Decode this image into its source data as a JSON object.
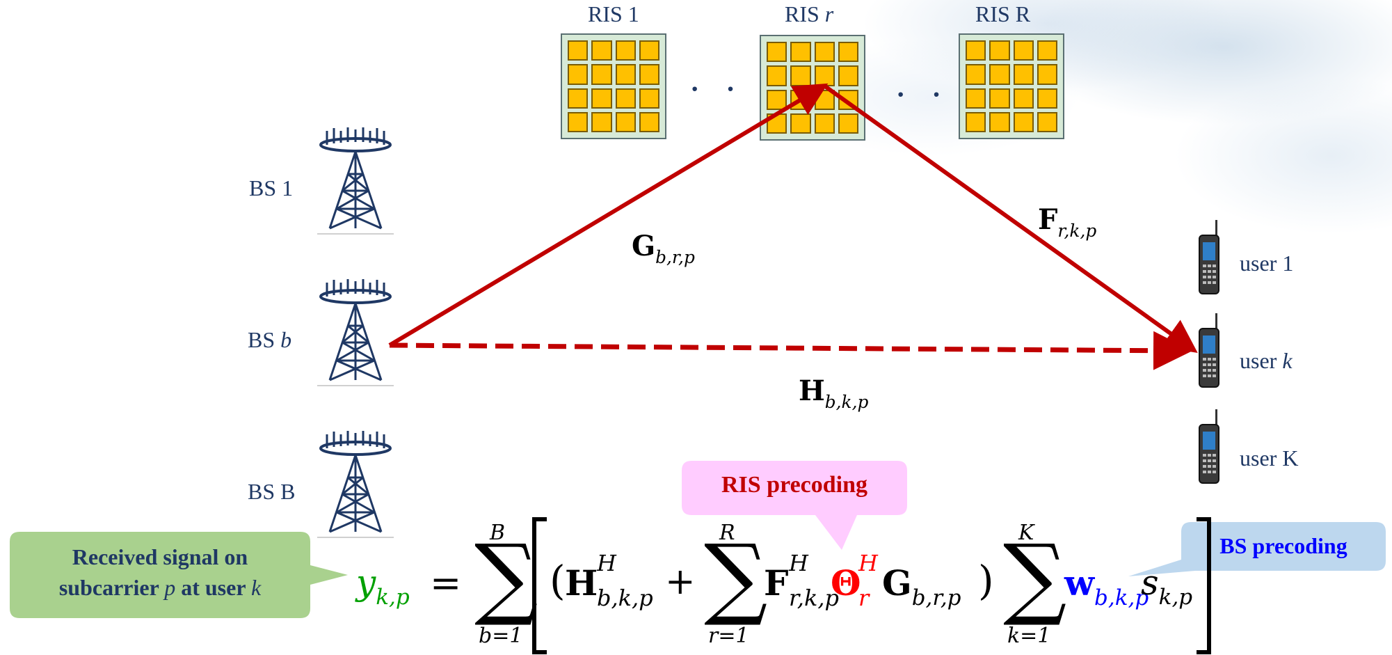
{
  "ris_labels": [
    "RIS 1",
    "RIS ",
    "r",
    "RIS R"
  ],
  "ellipsis": "· ·",
  "bs_labels": {
    "bs1": "BS 1",
    "bsb_prefix": "BS ",
    "bsb_var": "b",
    "bsB": "BS B"
  },
  "user_labels": {
    "u1": "user 1",
    "uk_prefix": "user ",
    "uk_var": "k",
    "uK": "user K"
  },
  "channels": {
    "G": {
      "base": "G",
      "sub": "b,r,p"
    },
    "F": {
      "base": "F",
      "sub": "r,k,p"
    },
    "H": {
      "base": "H",
      "sub": "b,k,p"
    }
  },
  "equation": {
    "y": "y",
    "y_sub": "k,p",
    "eq": "=",
    "sum1_top": "B",
    "sum1_bot": "b=1",
    "sum2_top": "R",
    "sum2_bot": "r=1",
    "sum3_top": "K",
    "sum3_bot": "k=1",
    "H_base": "H",
    "H_sup": "H",
    "H_sub": "b,k,p",
    "plus": "+",
    "F_base": "F",
    "F_sup": "H",
    "F_sub": "r,k,p",
    "Theta_base": "Θ",
    "Theta_sup": "H",
    "Theta_sub": "r",
    "G_base": "G",
    "G_sub": "b,r,p",
    "w_base": "w",
    "w_sub": "b,k,p",
    "s_base": "s",
    "s_sub": "k,p"
  },
  "callouts": {
    "received_line1": "Received signal on",
    "received_line2_a": "subcarrier ",
    "received_line2_p": "p",
    "received_line2_b": " at user ",
    "received_line2_k": "k",
    "ris_precoding": "RIS precoding",
    "bs_precoding": "BS precoding"
  },
  "colors": {
    "arrow": "#c00000",
    "label_text": "#1f3864",
    "ris_element": "#ffc000",
    "ris_panel": "#d7ead7",
    "green_callout": "#a9d18e",
    "pink_callout": "#ffccff",
    "blue_callout": "#bdd7ee",
    "y_color": "#00a000",
    "theta_color": "#ff0000",
    "w_color": "#0000ff",
    "ris_text_color": "#c00000",
    "bs_text_color": "#0000ff"
  }
}
